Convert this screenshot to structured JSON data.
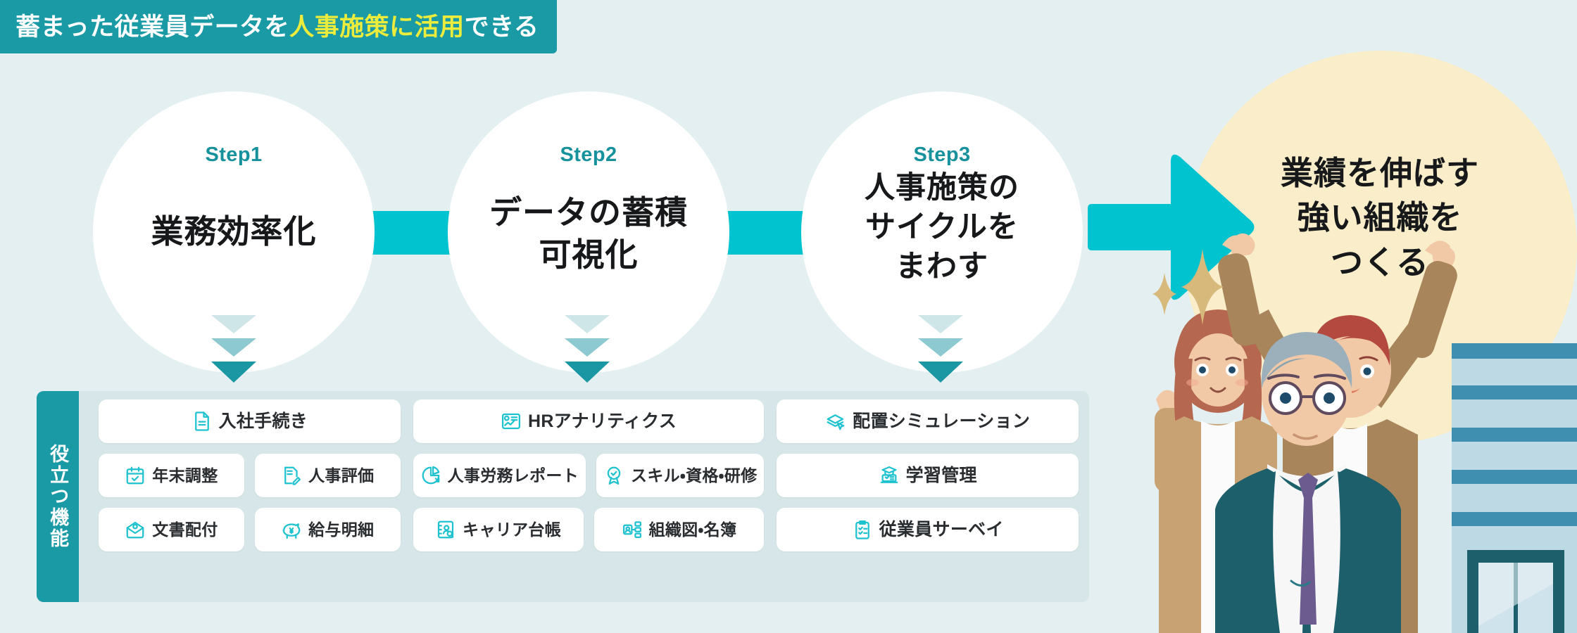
{
  "header": {
    "text_before": "蓄まった従業員データを",
    "text_highlight": "人事施策に活用",
    "text_after": "できる",
    "bg_color": "#1a9aa5",
    "highlight_color": "#ecec3c"
  },
  "theme": {
    "page_bg": "#e3eff0",
    "teal": "#1a9aa5",
    "cyan": "#00c3d0",
    "cream": "#f9edca",
    "panel_bg": "#d7e7e9",
    "icon_color": "#1fc2cf",
    "step_label_color": "#17929c"
  },
  "steps": [
    {
      "label": "Step1",
      "title": "業務効率化"
    },
    {
      "label": "Step2",
      "title": "データの蓄積\n可視化"
    },
    {
      "label": "Step3",
      "title": "人事施策の\nサイクルを\nまわす"
    }
  ],
  "goal": {
    "text": "業績を伸ばす\n強い組織を\nつくる"
  },
  "features": {
    "side_label": "役立つ機能",
    "columns": [
      {
        "step_ref": "Step1",
        "rows": [
          [
            {
              "label": "入社手続き",
              "icon": "document-icon"
            }
          ],
          [
            {
              "label": "年末調整",
              "icon": "calendar-check-icon"
            },
            {
              "label": "人事評価",
              "icon": "evaluation-icon"
            }
          ],
          [
            {
              "label": "文書配付",
              "icon": "mail-open-icon"
            },
            {
              "label": "給与明細",
              "icon": "piggy-bank-yen-icon"
            }
          ]
        ]
      },
      {
        "step_ref": "Step2",
        "rows": [
          [
            {
              "label": "HRアナリティクス",
              "icon": "analytics-chart-icon"
            }
          ],
          [
            {
              "label": "人事労務レポート",
              "icon": "pie-chart-icon"
            },
            {
              "label": "スキル・資格・研修",
              "icon": "award-check-icon"
            }
          ],
          [
            {
              "label": "キャリア台帳",
              "icon": "person-book-icon"
            },
            {
              "label": "組織図・名簿",
              "icon": "org-chart-icon"
            }
          ]
        ]
      },
      {
        "step_ref": "Step3",
        "rows": [
          [
            {
              "label": "配置シミュレーション",
              "icon": "cards-cursor-icon"
            }
          ],
          [
            {
              "label": "学習管理",
              "icon": "graduation-laptop-icon"
            }
          ],
          [
            {
              "label": "従業員サーベイ",
              "icon": "clipboard-check-icon"
            }
          ]
        ]
      }
    ]
  },
  "illustration": {
    "description": "three cheering office workers in front of an office building with sparkles",
    "people": [
      {
        "name": "woman-left",
        "hair": "#b5674f",
        "jacket": "#c9a273"
      },
      {
        "name": "man-center",
        "hair": "#9cb0bb",
        "suit": "#1d5f6b",
        "tie": "#6b5b8e"
      },
      {
        "name": "man-right",
        "hair": "#b44a3f",
        "jacket": "#a9855c"
      }
    ],
    "building_color": "#3e8fb0"
  }
}
